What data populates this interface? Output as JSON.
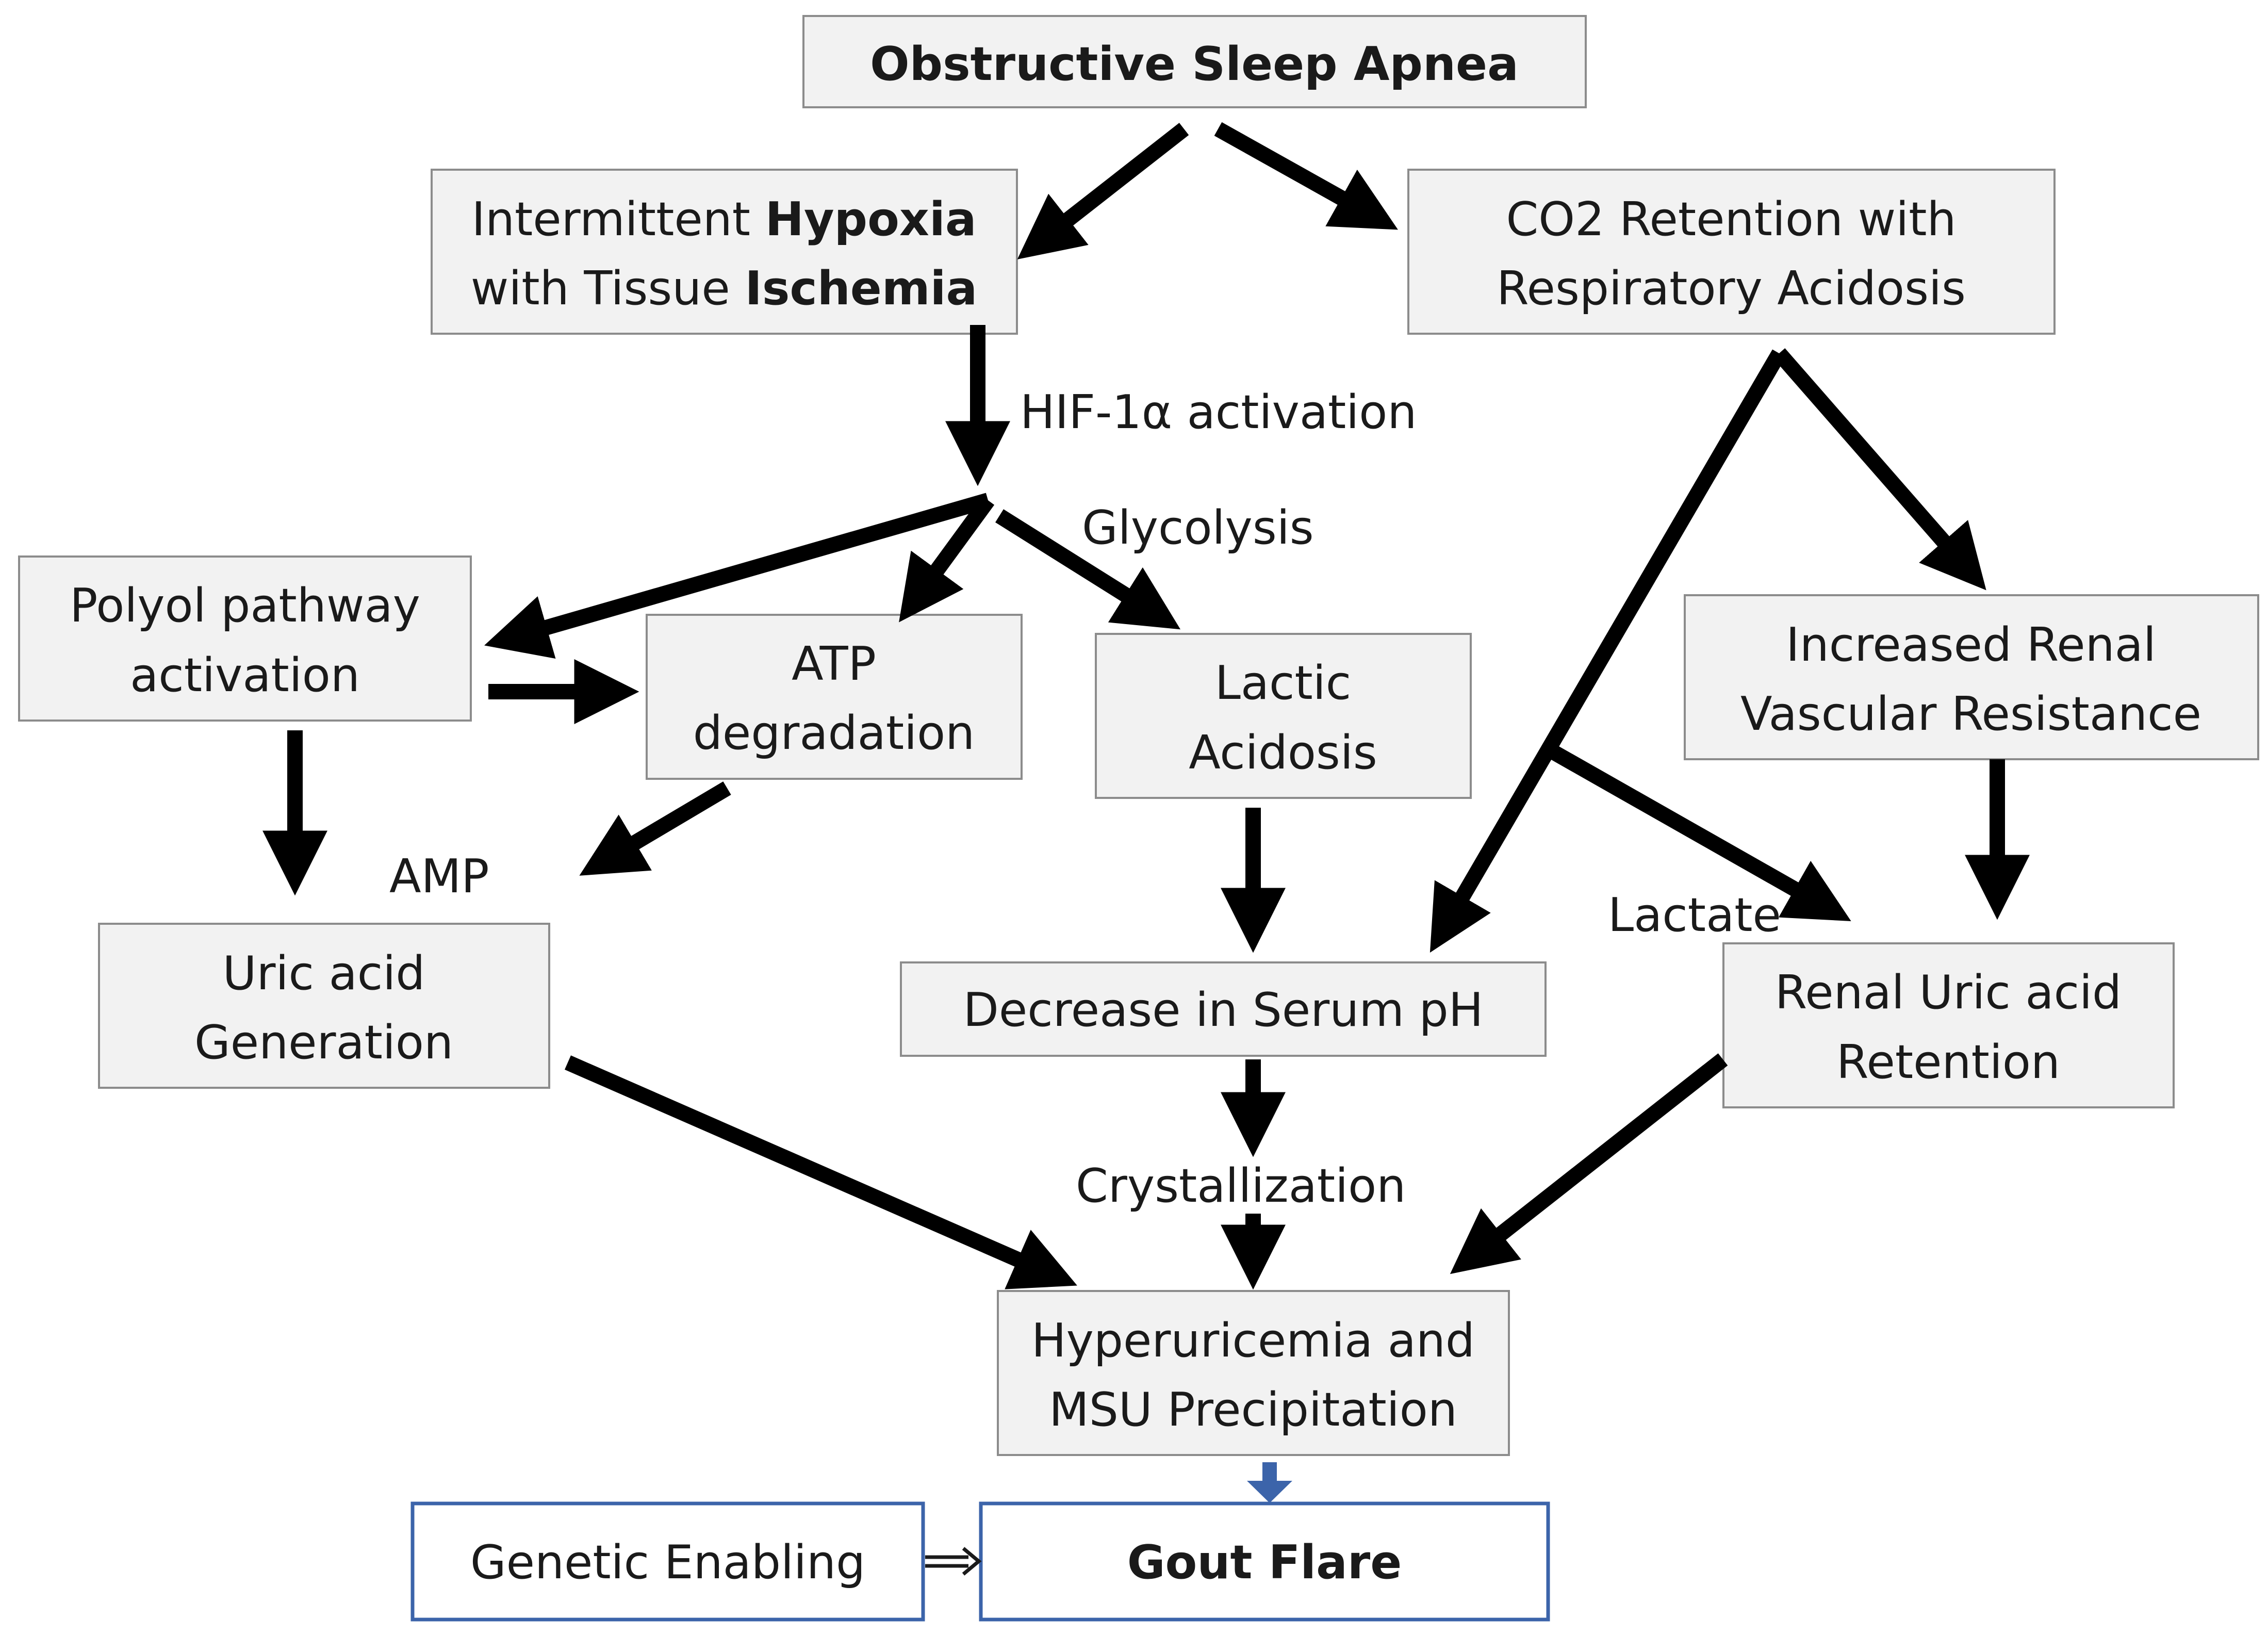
{
  "nodes": {
    "osa": {
      "text": "Obstructive Sleep Apnea"
    },
    "hypoxia": {
      "line1_normal": "Intermittent ",
      "line1_bold": "Hypoxia",
      "line2_normal": "with Tissue ",
      "line2_bold": "Ischemia"
    },
    "co2": {
      "line1": "CO2 Retention with",
      "line2": "Respiratory Acidosis"
    },
    "polyol": {
      "line1": "Polyol pathway",
      "line2": "activation"
    },
    "atp": {
      "line1": "ATP",
      "line2": "degradation"
    },
    "lactic": {
      "line1": "Lactic",
      "line2": "Acidosis"
    },
    "renal_vascular": {
      "line1": "Increased Renal",
      "line2": "Vascular Resistance"
    },
    "uric_gen": {
      "line1": "Uric acid",
      "line2": "Generation"
    },
    "serum_ph": {
      "text": "Decrease in Serum pH"
    },
    "renal_retention": {
      "line1": "Renal Uric acid",
      "line2": "Retention"
    },
    "hyperuricemia": {
      "line1": "Hyperuricemia and",
      "line2": "MSU Precipitation"
    },
    "genetic": {
      "text": "Genetic Enabling"
    },
    "gout": {
      "text": "Gout Flare"
    }
  },
  "edge_labels": {
    "hif": "HIF-1α activation",
    "glycolysis": "Glycolysis",
    "amp": "AMP",
    "lactate": "Lactate",
    "crystallization": "Crystallization"
  },
  "colors": {
    "box_fill": "#f2f2f2",
    "box_border": "#8c8c8c",
    "bottom_box_border": "#3c64aa",
    "small_arrow": "#3c64aa",
    "arrow": "#000000"
  }
}
